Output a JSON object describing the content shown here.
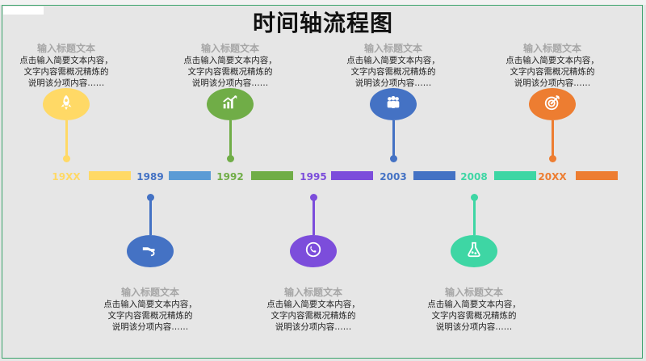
{
  "title": "时间轴流程图",
  "heading": "输入标题文本",
  "body_lines": [
    "点击输入简要文本内容，",
    "文字内容需概况精炼的",
    "说明该分项内容……"
  ],
  "milestones": [
    {
      "year": "19XX",
      "color": "#ffd966",
      "icon": "rocket-icon",
      "position": "top"
    },
    {
      "year": "1989",
      "color": "#4472c4",
      "icon": "handshake-icon",
      "position": "bottom"
    },
    {
      "year": "1992",
      "color": "#70ad47",
      "icon": "growth-chart-icon",
      "position": "top"
    },
    {
      "year": "1995",
      "color": "#7c4ddb",
      "icon": "phone-icon",
      "position": "bottom"
    },
    {
      "year": "2003",
      "color": "#4472c4",
      "icon": "team-icon",
      "position": "top"
    },
    {
      "year": "2008",
      "color": "#3ed6a4",
      "icon": "flask-icon",
      "position": "bottom"
    },
    {
      "year": "20XX",
      "color": "#ed7d31",
      "icon": "target-icon",
      "position": "top"
    }
  ],
  "bar_colors": [
    "#ffd966",
    "#5b9bd5",
    "#70ad47",
    "#7c4ddb",
    "#4472c4",
    "#3ed6a4",
    "#ed7d31"
  ]
}
